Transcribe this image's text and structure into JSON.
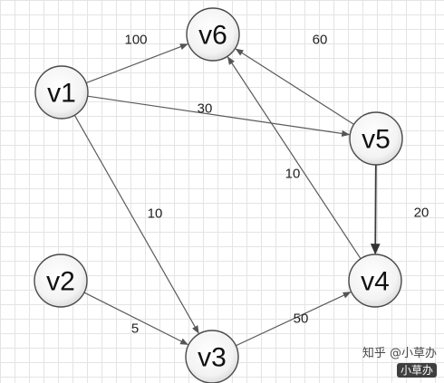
{
  "nodes": [
    {
      "id": "v1",
      "label": "v1"
    },
    {
      "id": "v2",
      "label": "v2"
    },
    {
      "id": "v3",
      "label": "v3"
    },
    {
      "id": "v4",
      "label": "v4"
    },
    {
      "id": "v5",
      "label": "v5"
    },
    {
      "id": "v6",
      "label": "v6"
    }
  ],
  "edges": [
    {
      "from": "v1",
      "to": "v6",
      "weight": "100"
    },
    {
      "from": "v1",
      "to": "v5",
      "weight": "30"
    },
    {
      "from": "v1",
      "to": "v3",
      "weight": "10"
    },
    {
      "from": "v2",
      "to": "v3",
      "weight": "5"
    },
    {
      "from": "v3",
      "to": "v4",
      "weight": "50"
    },
    {
      "from": "v4",
      "to": "v6",
      "weight": "10"
    },
    {
      "from": "v5",
      "to": "v6",
      "weight": "60"
    },
    {
      "from": "v5",
      "to": "v4",
      "weight": "20"
    }
  ],
  "watermark": {
    "line1": "知乎 @小草办",
    "line2": "小草办"
  }
}
